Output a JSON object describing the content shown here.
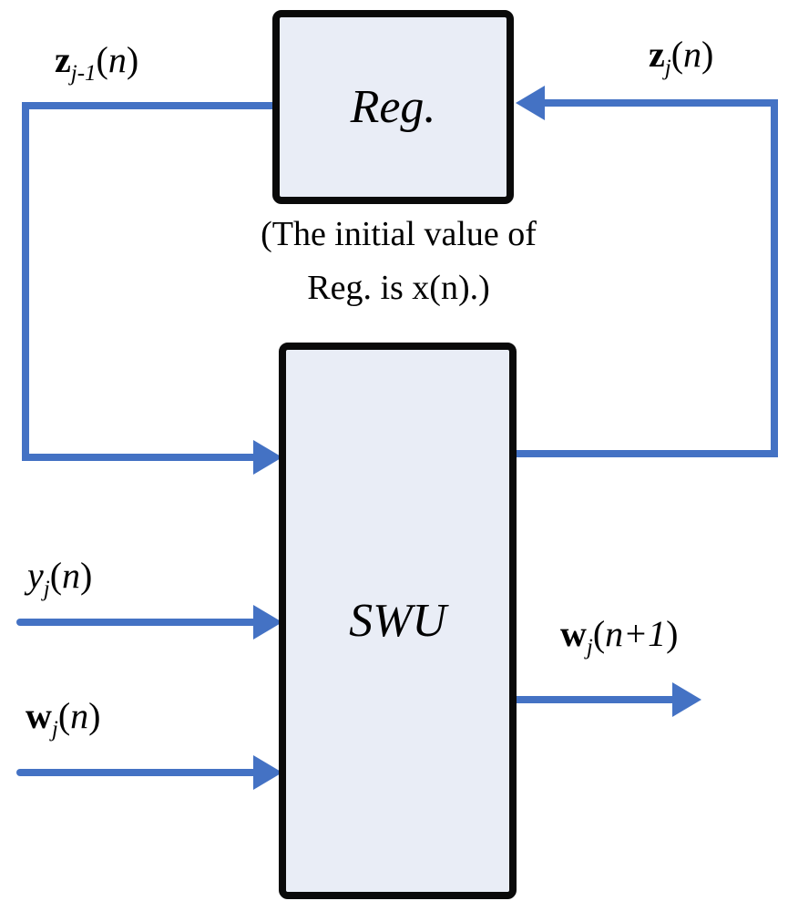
{
  "diagram": {
    "reg_box": {
      "label": "Reg."
    },
    "swu_box": {
      "label": "SWU"
    },
    "caption": {
      "line1": "(The initial value of",
      "line2": "Reg. is x(n).)"
    },
    "labels": {
      "z_prev": {
        "base": "z",
        "sub": "j-1",
        "open": "(",
        "arg": "n",
        "close": ")"
      },
      "z_cur": {
        "base": "z",
        "sub": "j",
        "open": "(",
        "arg": "n",
        "close": ")"
      },
      "y_in": {
        "base": "y",
        "sub": "j",
        "open": "(",
        "arg": "n",
        "close": ")"
      },
      "w_in": {
        "base": "w",
        "sub": "j",
        "open": "(",
        "arg": "n",
        "close": ")"
      },
      "w_out": {
        "base": "w",
        "sub": "j",
        "open": "(",
        "arg": "n+1",
        "close": ")"
      }
    },
    "colors": {
      "arrow": "#4472C4",
      "box_fill": "#E9EDF6",
      "box_border": "#0A0A0A",
      "text": "#000000",
      "background": "#FFFFFF"
    }
  }
}
